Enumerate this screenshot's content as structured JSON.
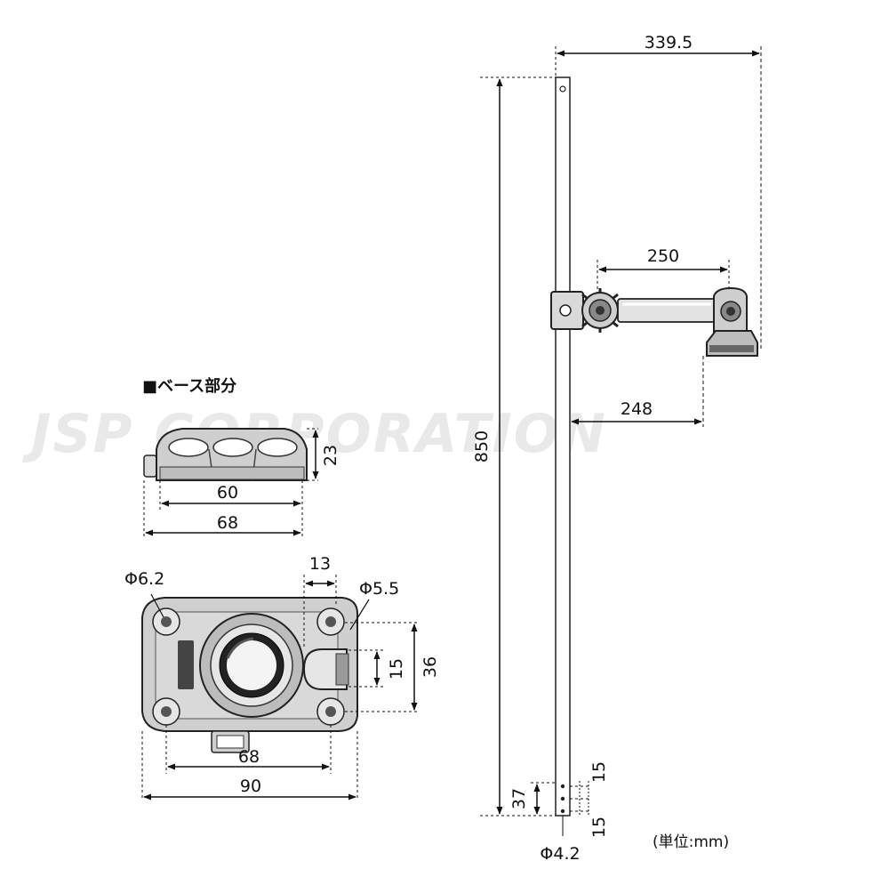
{
  "watermark": "JSP CORPORATION",
  "section_label": "■ベース部分",
  "unit_label": "(単位:mm)",
  "dimensions": {
    "base_height": "23",
    "base_inner_width": "60",
    "base_outer_width": "68",
    "hole_diameter_left": "Φ6.2",
    "slot_offset": "13",
    "slot_diameter": "Φ5.5",
    "slot_width": "15",
    "hole_pitch_vertical": "36",
    "hole_pitch_horizontal": "68",
    "base_length": "90",
    "pole_height": "850",
    "arm_reach_total": "339.5",
    "arm_length": "250",
    "pole_to_base": "248",
    "bottom_holes_span": "37",
    "bottom_hole_pitch_upper": "15",
    "bottom_hole_pitch_lower": "15",
    "bottom_hole_diameter": "Φ4.2"
  },
  "colors": {
    "line": "#111111",
    "part_fill": "#cfcfcf",
    "part_dark": "#555555",
    "watermark": "#e9e9e9"
  }
}
